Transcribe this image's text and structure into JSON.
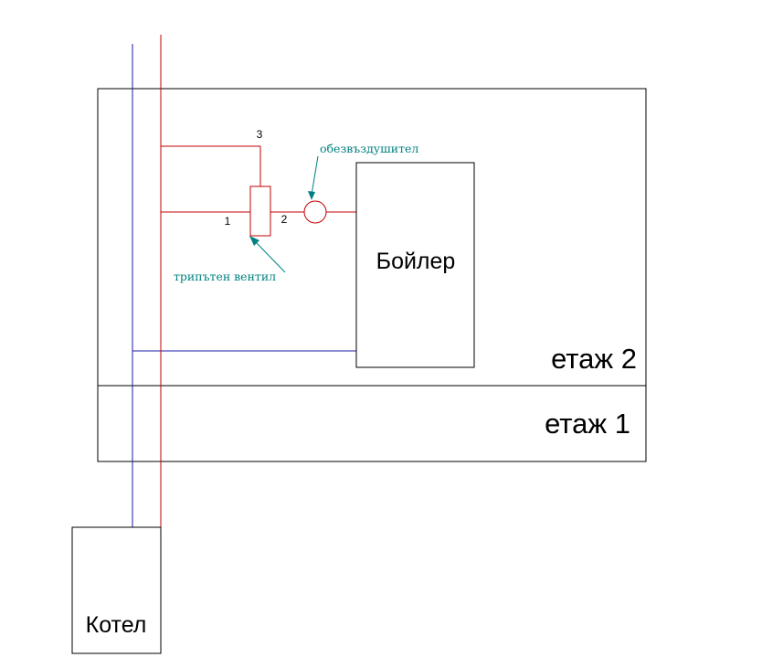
{
  "labels": {
    "floor2": "етаж 2",
    "floor1": "етаж 1",
    "boiler": "Бойлер",
    "kotel": "Котел",
    "valve_note": "трипътен вентил",
    "air_vent_note": "обезвъздушител",
    "port1": "1",
    "port2": "2",
    "port3": "3"
  },
  "colors": {
    "supply_pipe": "#c00000",
    "return_pipe": "#1a1aa6",
    "annotation": "#008080",
    "outline": "#000000"
  }
}
